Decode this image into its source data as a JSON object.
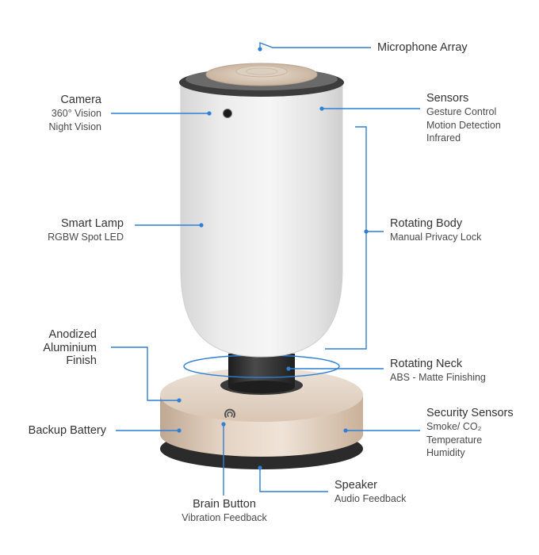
{
  "labels": {
    "microphone": {
      "title": "Microphone Array"
    },
    "camera": {
      "title": "Camera",
      "lines": [
        "360° Vision",
        "Night Vision"
      ]
    },
    "sensors": {
      "title": "Sensors",
      "lines": [
        "Gesture Control",
        "Motion Detection",
        "Infrared"
      ]
    },
    "smart_lamp": {
      "title": "Smart Lamp",
      "lines": [
        "RGBW Spot LED"
      ]
    },
    "rotating_body": {
      "title": "Rotating Body",
      "lines": [
        "Manual Privacy Lock"
      ]
    },
    "anodized": {
      "lines": [
        "Anodized",
        "Aluminium",
        "Finish"
      ]
    },
    "rotating_neck": {
      "title": "Rotating Neck",
      "lines": [
        "ABS - Matte Finishing"
      ]
    },
    "backup_battery": {
      "title": "Backup Battery"
    },
    "security_sensors": {
      "title": "Security Sensors",
      "lines": [
        "Smoke/ CO₂",
        "Temperature",
        "Humidity"
      ]
    },
    "speaker": {
      "title": "Speaker",
      "lines": [
        "Audio Feedback"
      ]
    },
    "brain_button": {
      "title": "Brain Button",
      "lines": [
        "Vibration Feedback"
      ]
    }
  },
  "colors": {
    "callout_line": "#2f7fd6",
    "label_title": "#333333",
    "label_sub": "#4a4a4a",
    "body_white": "#eeeeee",
    "base_gold": "#d8c6b4",
    "neck_dark": "#2a2a2a",
    "top_dark": "#3a3a3a"
  },
  "icons": {
    "brain_button": "brain-button-icon",
    "camera_lens": "camera-lens-icon"
  }
}
